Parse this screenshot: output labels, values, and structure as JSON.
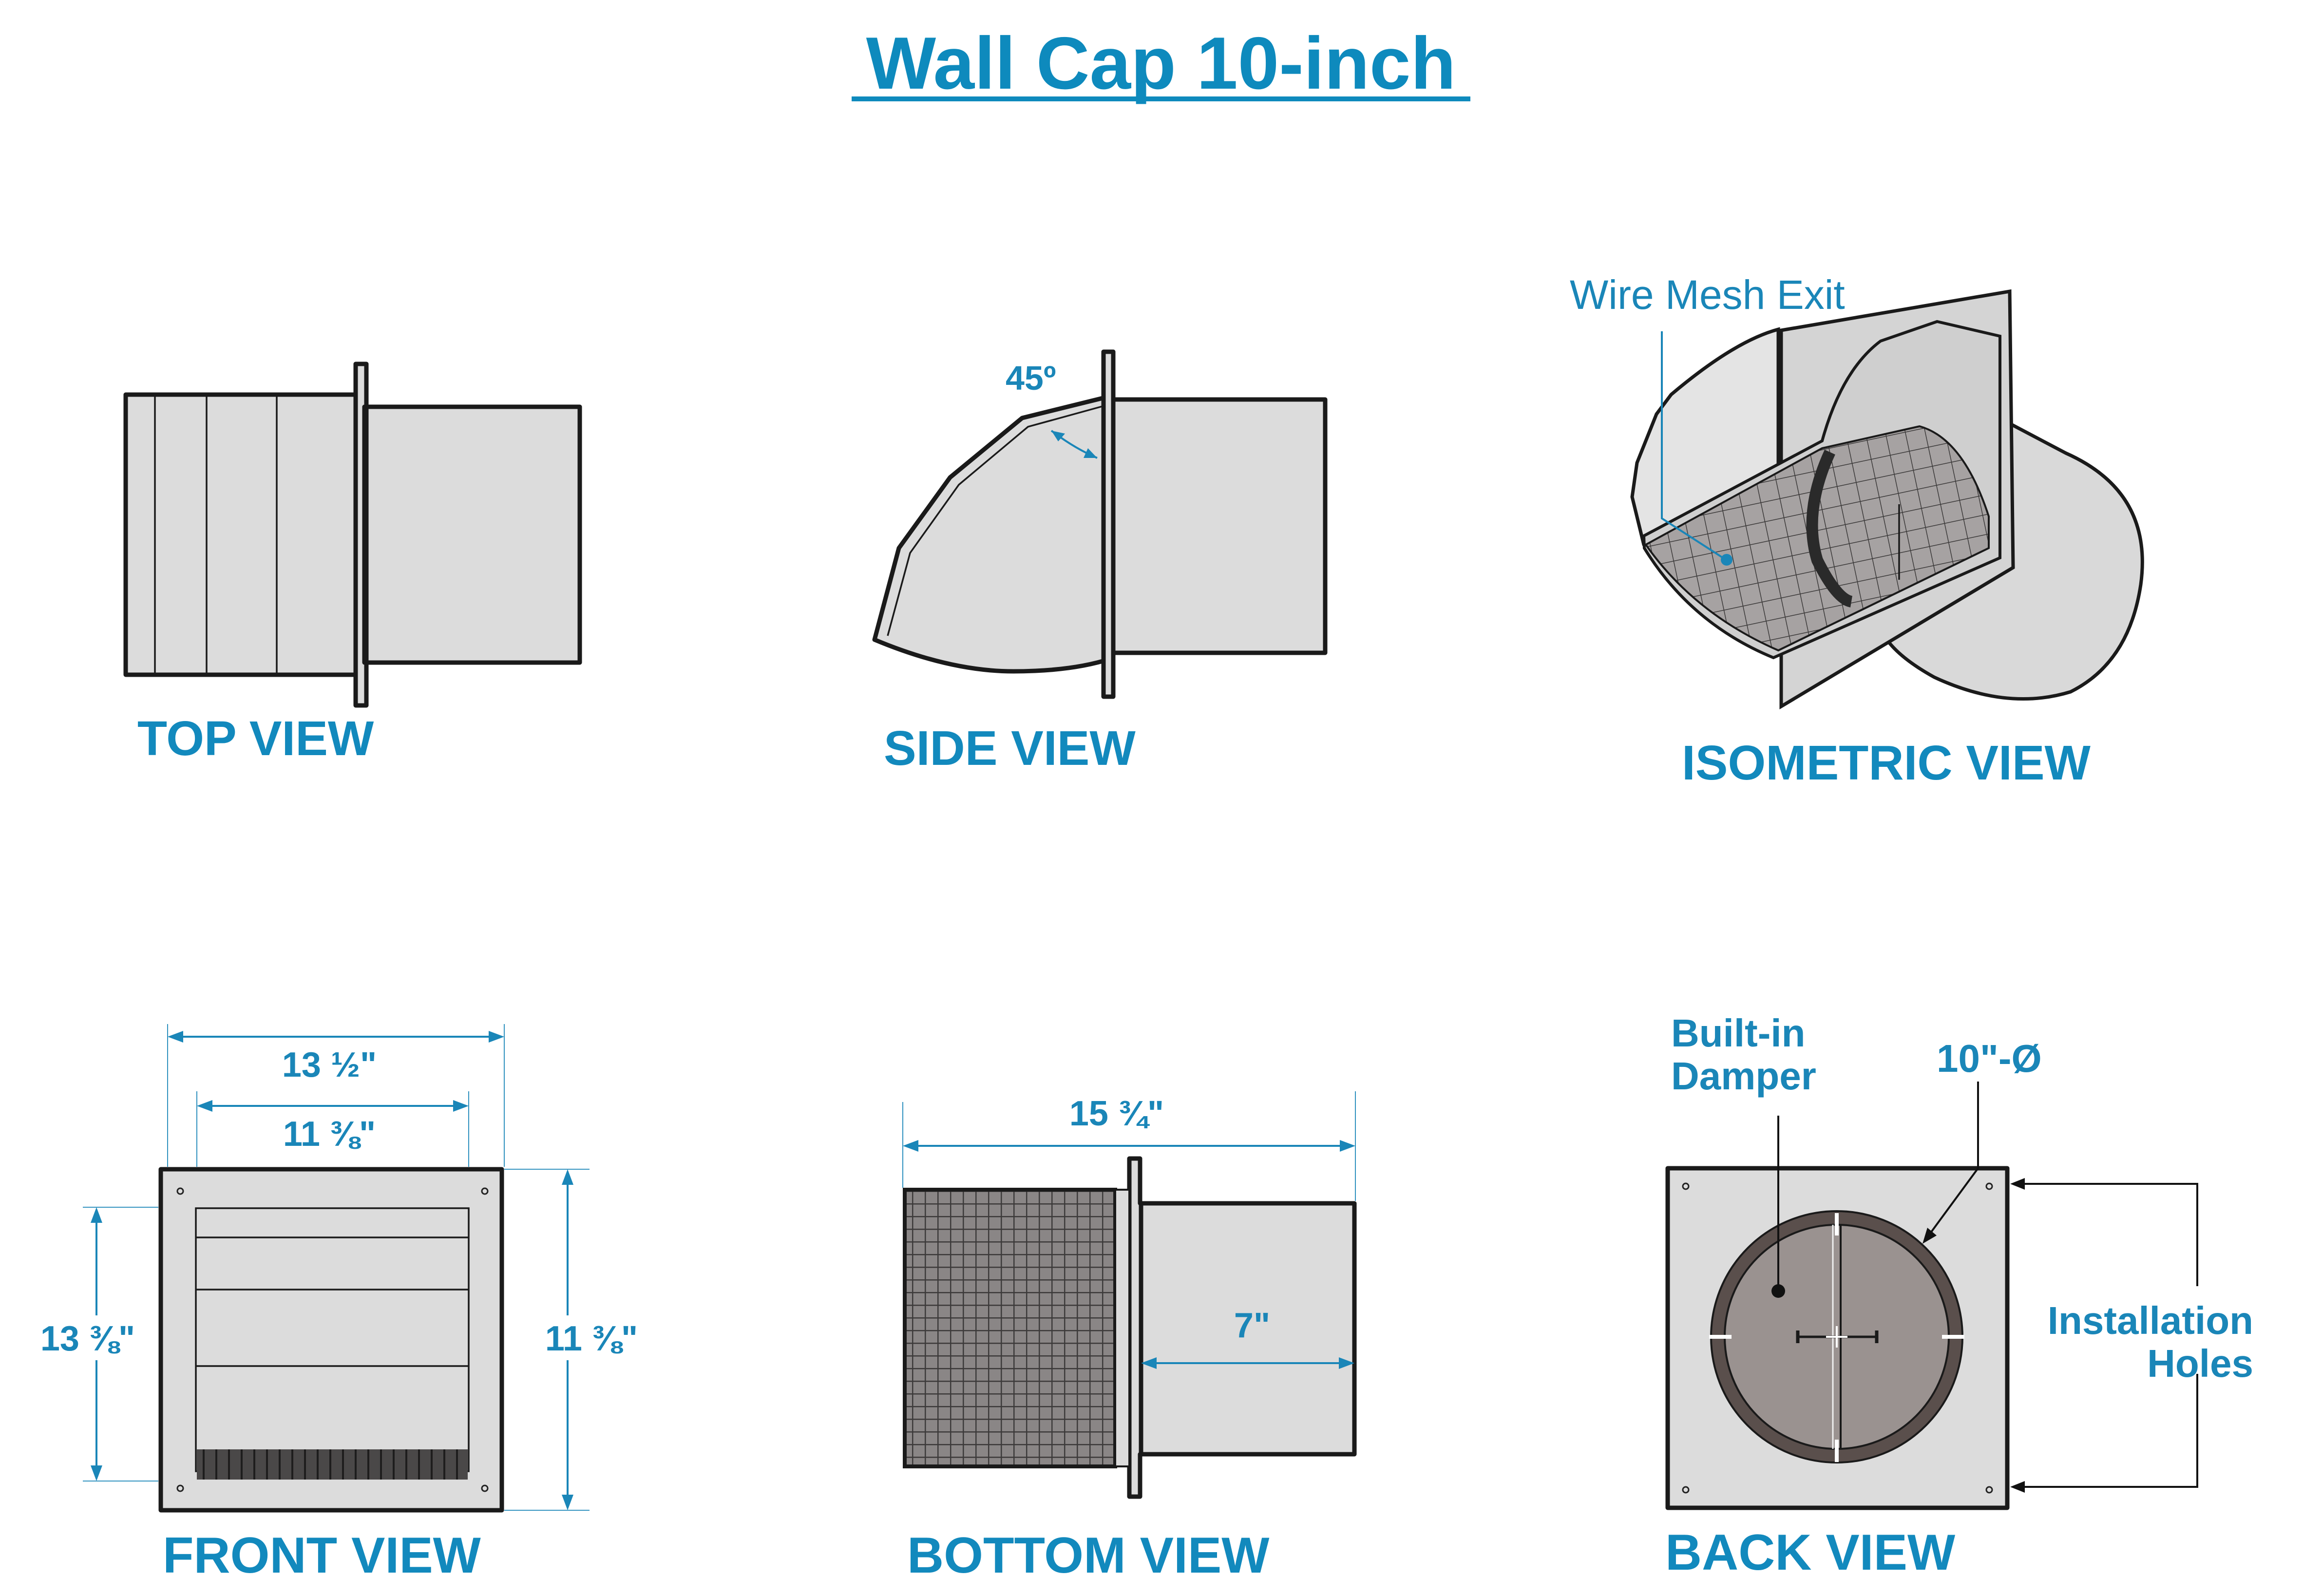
{
  "title": "Wall Cap 10-inch",
  "views": {
    "top": "TOP VIEW",
    "side": "SIDE VIEW",
    "isometric": "ISOMETRIC VIEW",
    "front": "FRONT VIEW",
    "bottom": "BOTTOM VIEW",
    "back": "BACK VIEW"
  },
  "callouts": {
    "angle": "45º",
    "wire_mesh_exit": "Wire Mesh Exit",
    "built_in": "Built-in",
    "damper": "Damper",
    "diameter": "10\"-Ø",
    "installation": "Installation",
    "holes": "Holes"
  },
  "dimensions": {
    "front_width_outer": "13 ½\"",
    "front_width_inner": "11 ⅜\"",
    "front_height_left": "13 ⅜\"",
    "front_height_right": "11 ⅜\"",
    "bottom_width": "15 ¾\"",
    "bottom_depth": "7\""
  },
  "colors": {
    "accent": "#1289bd",
    "body_fill": "#dcdcdc",
    "outline": "#1a1a1a",
    "damper_fill": "#9a9290",
    "damper_ring": "#5a4f4c"
  }
}
